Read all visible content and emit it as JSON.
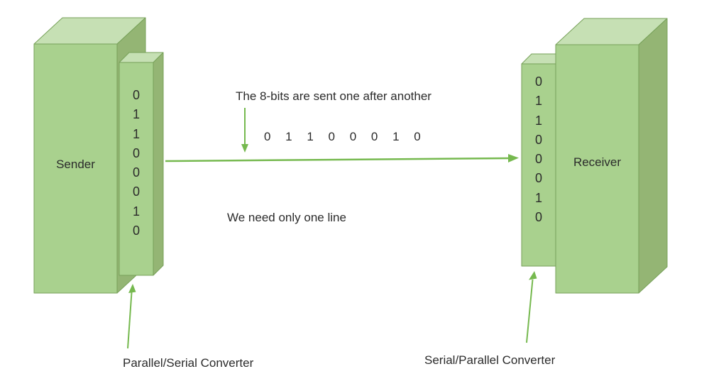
{
  "colors": {
    "box_front": "#a9d18e",
    "box_top": "#c6e0b4",
    "box_side": "#94b574",
    "box_outline": "#77a159",
    "arrow": "#76b94f"
  },
  "sender": {
    "label": "Sender",
    "bits": [
      "0",
      "1",
      "1",
      "0",
      "0",
      "0",
      "1",
      "0"
    ],
    "converter_label": "Parallel/Serial Converter"
  },
  "receiver": {
    "label": "Receiver",
    "bits": [
      "0",
      "1",
      "1",
      "0",
      "0",
      "0",
      "1",
      "0"
    ],
    "converter_label": "Serial/Parallel Converter"
  },
  "channel": {
    "caption_top": "The 8-bits are sent one after another",
    "serial_bits": "0 1 1 0 0 0 1 0",
    "caption_bottom": "We need only one line"
  }
}
